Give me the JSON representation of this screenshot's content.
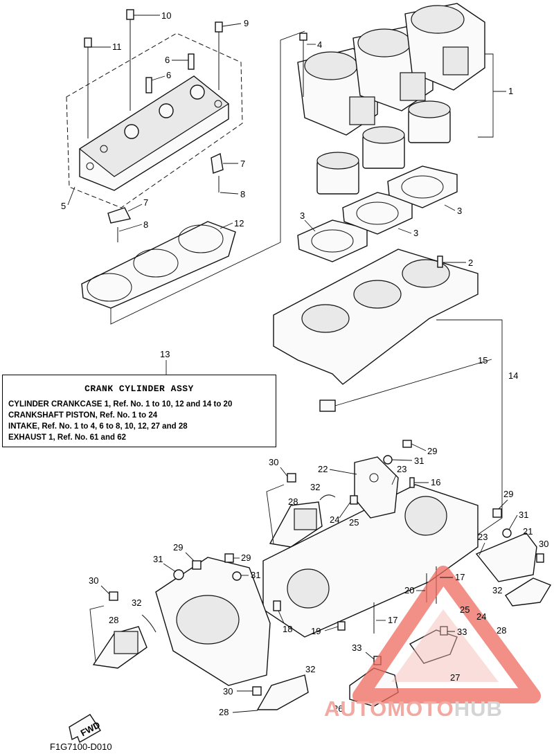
{
  "callouts": [
    {
      "id": "c10",
      "text": "10"
    },
    {
      "id": "c9",
      "text": "9"
    },
    {
      "id": "c11",
      "text": "11"
    },
    {
      "id": "c6a",
      "text": "6"
    },
    {
      "id": "c6b",
      "text": "6"
    },
    {
      "id": "c4",
      "text": "4"
    },
    {
      "id": "c1",
      "text": "1"
    },
    {
      "id": "c7a",
      "text": "7"
    },
    {
      "id": "c8a",
      "text": "8"
    },
    {
      "id": "c5",
      "text": "5"
    },
    {
      "id": "c7b",
      "text": "7"
    },
    {
      "id": "c8b",
      "text": "8"
    },
    {
      "id": "c12",
      "text": "12"
    },
    {
      "id": "c3a",
      "text": "3"
    },
    {
      "id": "c3b",
      "text": "3"
    },
    {
      "id": "c3c",
      "text": "3"
    },
    {
      "id": "c2",
      "text": "2"
    },
    {
      "id": "c13",
      "text": "13"
    },
    {
      "id": "c15",
      "text": "15"
    },
    {
      "id": "c14",
      "text": "14"
    },
    {
      "id": "c29a",
      "text": "29"
    },
    {
      "id": "c30a",
      "text": "30"
    },
    {
      "id": "c31a",
      "text": "31"
    },
    {
      "id": "c22",
      "text": "22"
    },
    {
      "id": "c23a",
      "text": "23"
    },
    {
      "id": "c16",
      "text": "16"
    },
    {
      "id": "c32a",
      "text": "32"
    },
    {
      "id": "c28a",
      "text": "28"
    },
    {
      "id": "c24a",
      "text": "24"
    },
    {
      "id": "c25a",
      "text": "25"
    },
    {
      "id": "c29b",
      "text": "29"
    },
    {
      "id": "c31b",
      "text": "31"
    },
    {
      "id": "c23b",
      "text": "23"
    },
    {
      "id": "c21",
      "text": "21"
    },
    {
      "id": "c30b",
      "text": "30"
    },
    {
      "id": "c29c",
      "text": "29"
    },
    {
      "id": "c31c",
      "text": "31"
    },
    {
      "id": "c29d",
      "text": "29"
    },
    {
      "id": "c31d",
      "text": "31"
    },
    {
      "id": "c17a",
      "text": "17"
    },
    {
      "id": "c20",
      "text": "20"
    },
    {
      "id": "c32b",
      "text": "32"
    },
    {
      "id": "c25b",
      "text": "25"
    },
    {
      "id": "c24b",
      "text": "24"
    },
    {
      "id": "c28b",
      "text": "28"
    },
    {
      "id": "c30c",
      "text": "30"
    },
    {
      "id": "c32c",
      "text": "32"
    },
    {
      "id": "c28c",
      "text": "28"
    },
    {
      "id": "c18",
      "text": "18"
    },
    {
      "id": "c19",
      "text": "19"
    },
    {
      "id": "c17b",
      "text": "17"
    },
    {
      "id": "c33a",
      "text": "33"
    },
    {
      "id": "c33b",
      "text": "33"
    },
    {
      "id": "c27",
      "text": "27"
    },
    {
      "id": "c32d",
      "text": "32"
    },
    {
      "id": "c30d",
      "text": "30"
    },
    {
      "id": "c28d",
      "text": "28"
    },
    {
      "id": "c26",
      "text": "26"
    }
  ],
  "info_box": {
    "title": "CRANK CYLINDER ASSY",
    "lines": [
      "CYLINDER CRANKCASE 1, Ref. No. 1 to 10, 12 and 14 to 20",
      "CRANKSHAFT PISTON,   Ref. No. 1 to 24",
      "INTAKE,  Ref. No. 1 to 4, 6 to 8, 10, 12, 27 and 28",
      "EXHAUST 1,   Ref. No. 61 and 62"
    ]
  },
  "fwd_label": "FWD",
  "doc_code": "F1G7100-D010",
  "watermark": {
    "part1": "AUTOMOTO",
    "part2": "HUB",
    "color1": "#f2a9a2",
    "color2": "#d4d4d4"
  }
}
